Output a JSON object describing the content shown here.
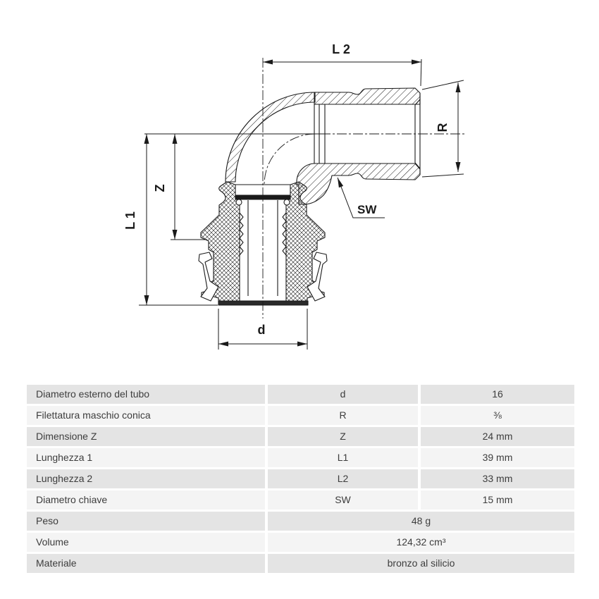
{
  "drawing": {
    "dimension_labels": {
      "l2": "L 2",
      "r": "R",
      "z": "Z",
      "l1": "L 1",
      "sw": "SW",
      "d": "d"
    }
  },
  "table": {
    "rows": [
      {
        "label": "Diametro esterno del tubo",
        "symbol": "d",
        "value": "16"
      },
      {
        "label": "Filettatura maschio conica",
        "symbol": "R",
        "value": "⅜"
      },
      {
        "label": "Dimensione Z",
        "symbol": "Z",
        "value": "24 mm"
      },
      {
        "label": "Lunghezza 1",
        "symbol": "L1",
        "value": "39 mm"
      },
      {
        "label": "Lunghezza 2",
        "symbol": "L2",
        "value": "33 mm"
      },
      {
        "label": "Diametro chiave",
        "symbol": "SW",
        "value": "15 mm"
      },
      {
        "label": "Peso",
        "value": "48 g",
        "span": true
      },
      {
        "label": "Volume",
        "value": "124,32 cm³",
        "span": true
      },
      {
        "label": "Materiale",
        "value": "bronzo al silicio",
        "span": true
      }
    ]
  },
  "colors": {
    "row_dark": "#e4e4e4",
    "row_light": "#f4f4f4",
    "table_text": "#3d3d3d",
    "line": "#1a1a1a",
    "background": "#ffffff"
  }
}
